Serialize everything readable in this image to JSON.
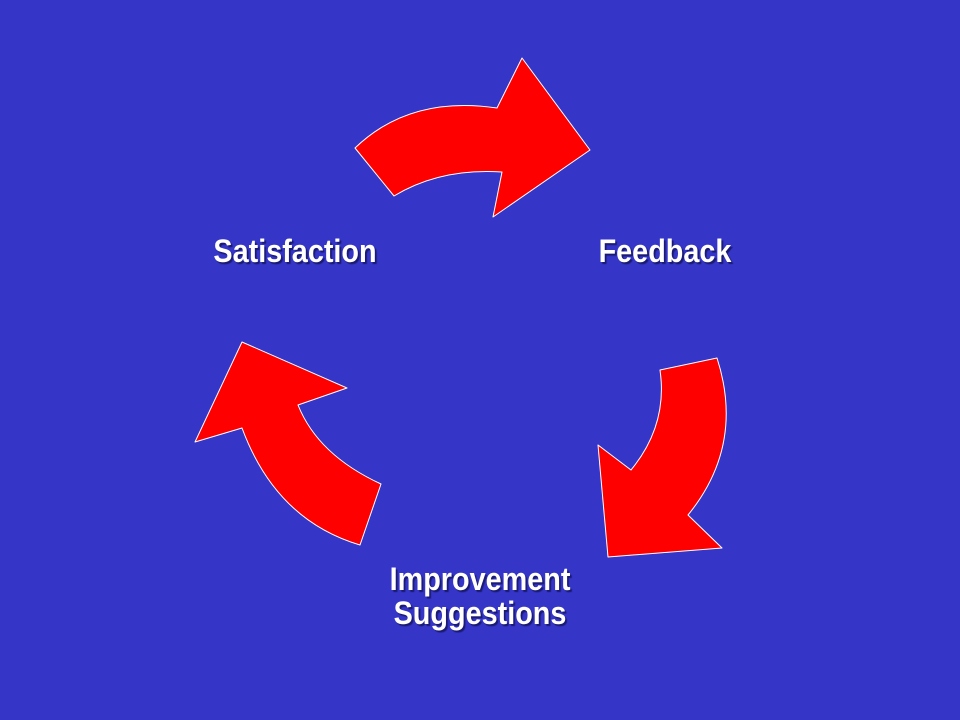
{
  "colors": {
    "background": "#3535c8",
    "arrow_fill": "#ff0000",
    "arrow_stroke": "#ffffff",
    "text": "#ffffff"
  },
  "nodes": {
    "satisfaction": "Satisfaction",
    "feedback": "Feedback",
    "improvement_line1": "Improvement",
    "improvement_line2": "Suggestions"
  },
  "arrows": [
    {
      "from": "Satisfaction",
      "to": "Feedback"
    },
    {
      "from": "Feedback",
      "to": "Improvement Suggestions"
    },
    {
      "from": "Improvement Suggestions",
      "to": "Satisfaction"
    }
  ]
}
